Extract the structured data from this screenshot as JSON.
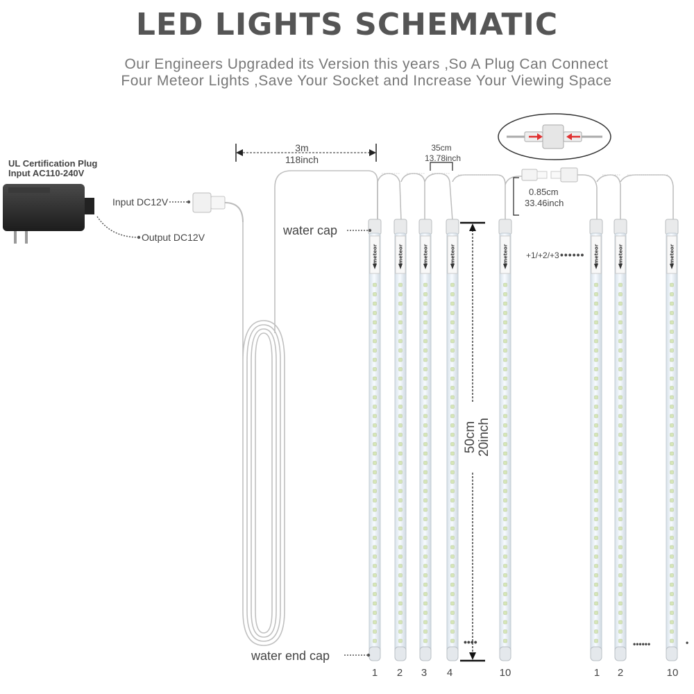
{
  "title": "LED LIGHTS SCHEMATIC",
  "subtitle_line1": "Our Engineers Upgraded its Version this years ,So A Plug Can Connect",
  "subtitle_line2": "Four Meteor Lights ,Save Your Socket and Increase Your Viewing Space",
  "labels": {
    "plug_title_1": "UL Certification Plug",
    "plug_title_2": "Input AC110-240V",
    "input_dc": "Input DC12V",
    "output_dc": "Output DC12V",
    "cable_length_cm": "3m",
    "cable_length_in": "118inch",
    "spacing_cm": "35cm",
    "spacing_in": "13.78inch",
    "connector_gap_cm": "0.85cm",
    "connector_gap_in": "33.46inch",
    "water_cap": "water cap",
    "water_end_cap": "water end cap",
    "tube_length_cm": "50cm",
    "tube_length_in": "20inch",
    "extension": "+1/+2/+3",
    "tube_brand": "meteor"
  },
  "tube_numbers": [
    "1",
    "2",
    "3",
    "4",
    "10",
    "1",
    "2",
    "10"
  ],
  "colors": {
    "text": "#555555",
    "wire": "#b8b8b8",
    "tube": "#eef4f8",
    "tube_edge": "#c9d3da",
    "arrow_red": "#e03030"
  }
}
